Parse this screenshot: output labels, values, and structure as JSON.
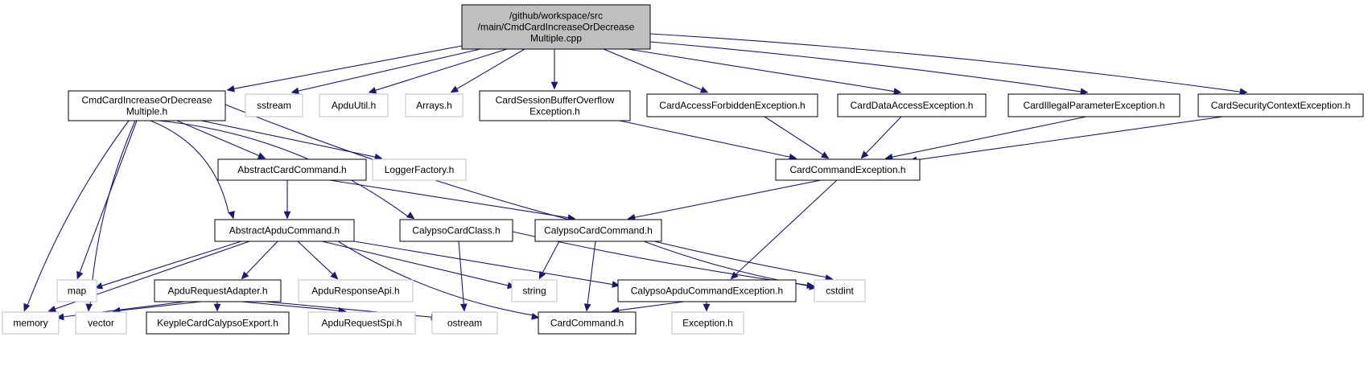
{
  "colors": {
    "edge": "#191970",
    "focus_fill": "#bfbfbf",
    "focus_border": "#000000",
    "documented_border": "#000000",
    "external_border": "#bfbfbf",
    "background": "#ffffff"
  },
  "nodes": [
    {
      "id": "root",
      "label": "/github/workspace/src\n/main/CmdCardIncreaseOrDecrease\nMultiple.cpp",
      "kind": "focus"
    },
    {
      "id": "cmdh",
      "label": "CmdCardIncreaseOrDecrease\nMultiple.h",
      "kind": "documented"
    },
    {
      "id": "sstream",
      "label": "sstream",
      "kind": "external"
    },
    {
      "id": "apduutil",
      "label": "ApduUtil.h",
      "kind": "external"
    },
    {
      "id": "arrays",
      "label": "Arrays.h",
      "kind": "external"
    },
    {
      "id": "bufovf",
      "label": "CardSessionBufferOverflow\nException.h",
      "kind": "documented"
    },
    {
      "id": "accforb",
      "label": "CardAccessForbiddenException.h",
      "kind": "documented"
    },
    {
      "id": "dataacc",
      "label": "CardDataAccessException.h",
      "kind": "documented"
    },
    {
      "id": "illegal",
      "label": "CardIllegalParameterException.h",
      "kind": "documented"
    },
    {
      "id": "secctx",
      "label": "CardSecurityContextException.h",
      "kind": "documented"
    },
    {
      "id": "abscard",
      "label": "AbstractCardCommand.h",
      "kind": "documented"
    },
    {
      "id": "logger",
      "label": "LoggerFactory.h",
      "kind": "external"
    },
    {
      "id": "cardcmdex",
      "label": "CardCommandException.h",
      "kind": "documented"
    },
    {
      "id": "absapdu",
      "label": "AbstractApduCommand.h",
      "kind": "documented"
    },
    {
      "id": "calcls",
      "label": "CalypsoCardClass.h",
      "kind": "documented"
    },
    {
      "id": "calcmd",
      "label": "CalypsoCardCommand.h",
      "kind": "documented"
    },
    {
      "id": "map",
      "label": "map",
      "kind": "external"
    },
    {
      "id": "reqadapter",
      "label": "ApduRequestAdapter.h",
      "kind": "documented"
    },
    {
      "id": "respapi",
      "label": "ApduResponseApi.h",
      "kind": "external"
    },
    {
      "id": "string",
      "label": "string",
      "kind": "external"
    },
    {
      "id": "calapduex",
      "label": "CalypsoApduCommandException.h",
      "kind": "documented"
    },
    {
      "id": "cstdint",
      "label": "cstdint",
      "kind": "external"
    },
    {
      "id": "memory",
      "label": "memory",
      "kind": "external"
    },
    {
      "id": "vector",
      "label": "vector",
      "kind": "external"
    },
    {
      "id": "export",
      "label": "KeypleCardCalypsoExport.h",
      "kind": "documented"
    },
    {
      "id": "reqspi",
      "label": "ApduRequestSpi.h",
      "kind": "external"
    },
    {
      "id": "ostream",
      "label": "ostream",
      "kind": "external"
    },
    {
      "id": "cardcmd",
      "label": "CardCommand.h",
      "kind": "documented"
    },
    {
      "id": "exception",
      "label": "Exception.h",
      "kind": "external"
    }
  ],
  "edges": [
    [
      "root",
      "cmdh"
    ],
    [
      "root",
      "sstream"
    ],
    [
      "root",
      "apduutil"
    ],
    [
      "root",
      "arrays"
    ],
    [
      "root",
      "bufovf"
    ],
    [
      "root",
      "accforb"
    ],
    [
      "root",
      "dataacc"
    ],
    [
      "root",
      "illegal"
    ],
    [
      "root",
      "secctx"
    ],
    [
      "cmdh",
      "abscard"
    ],
    [
      "cmdh",
      "logger"
    ],
    [
      "cmdh",
      "absapdu"
    ],
    [
      "cmdh",
      "calcls"
    ],
    [
      "cmdh",
      "map"
    ],
    [
      "cmdh",
      "memory"
    ],
    [
      "cmdh",
      "vector"
    ],
    [
      "cmdh",
      "cstdint"
    ],
    [
      "bufovf",
      "cardcmdex"
    ],
    [
      "accforb",
      "cardcmdex"
    ],
    [
      "dataacc",
      "cardcmdex"
    ],
    [
      "illegal",
      "cardcmdex"
    ],
    [
      "secctx",
      "cardcmdex"
    ],
    [
      "abscard",
      "absapdu"
    ],
    [
      "abscard",
      "calcmd"
    ],
    [
      "cardcmdex",
      "calcmd"
    ],
    [
      "cardcmdex",
      "calapduex"
    ],
    [
      "absapdu",
      "map"
    ],
    [
      "absapdu",
      "memory"
    ],
    [
      "absapdu",
      "reqadapter"
    ],
    [
      "absapdu",
      "respapi"
    ],
    [
      "absapdu",
      "string"
    ],
    [
      "absapdu",
      "cardcmd"
    ],
    [
      "absapdu",
      "calapduex"
    ],
    [
      "calcls",
      "ostream"
    ],
    [
      "calcls",
      "cstdint"
    ],
    [
      "calcmd",
      "string"
    ],
    [
      "calcmd",
      "cardcmd"
    ],
    [
      "calcmd",
      "cstdint"
    ],
    [
      "calapduex",
      "cardcmd"
    ],
    [
      "calapduex",
      "exception"
    ],
    [
      "reqadapter",
      "memory"
    ],
    [
      "reqadapter",
      "vector"
    ],
    [
      "reqadapter",
      "export"
    ],
    [
      "reqadapter",
      "reqspi"
    ],
    [
      "reqadapter",
      "ostream"
    ]
  ]
}
